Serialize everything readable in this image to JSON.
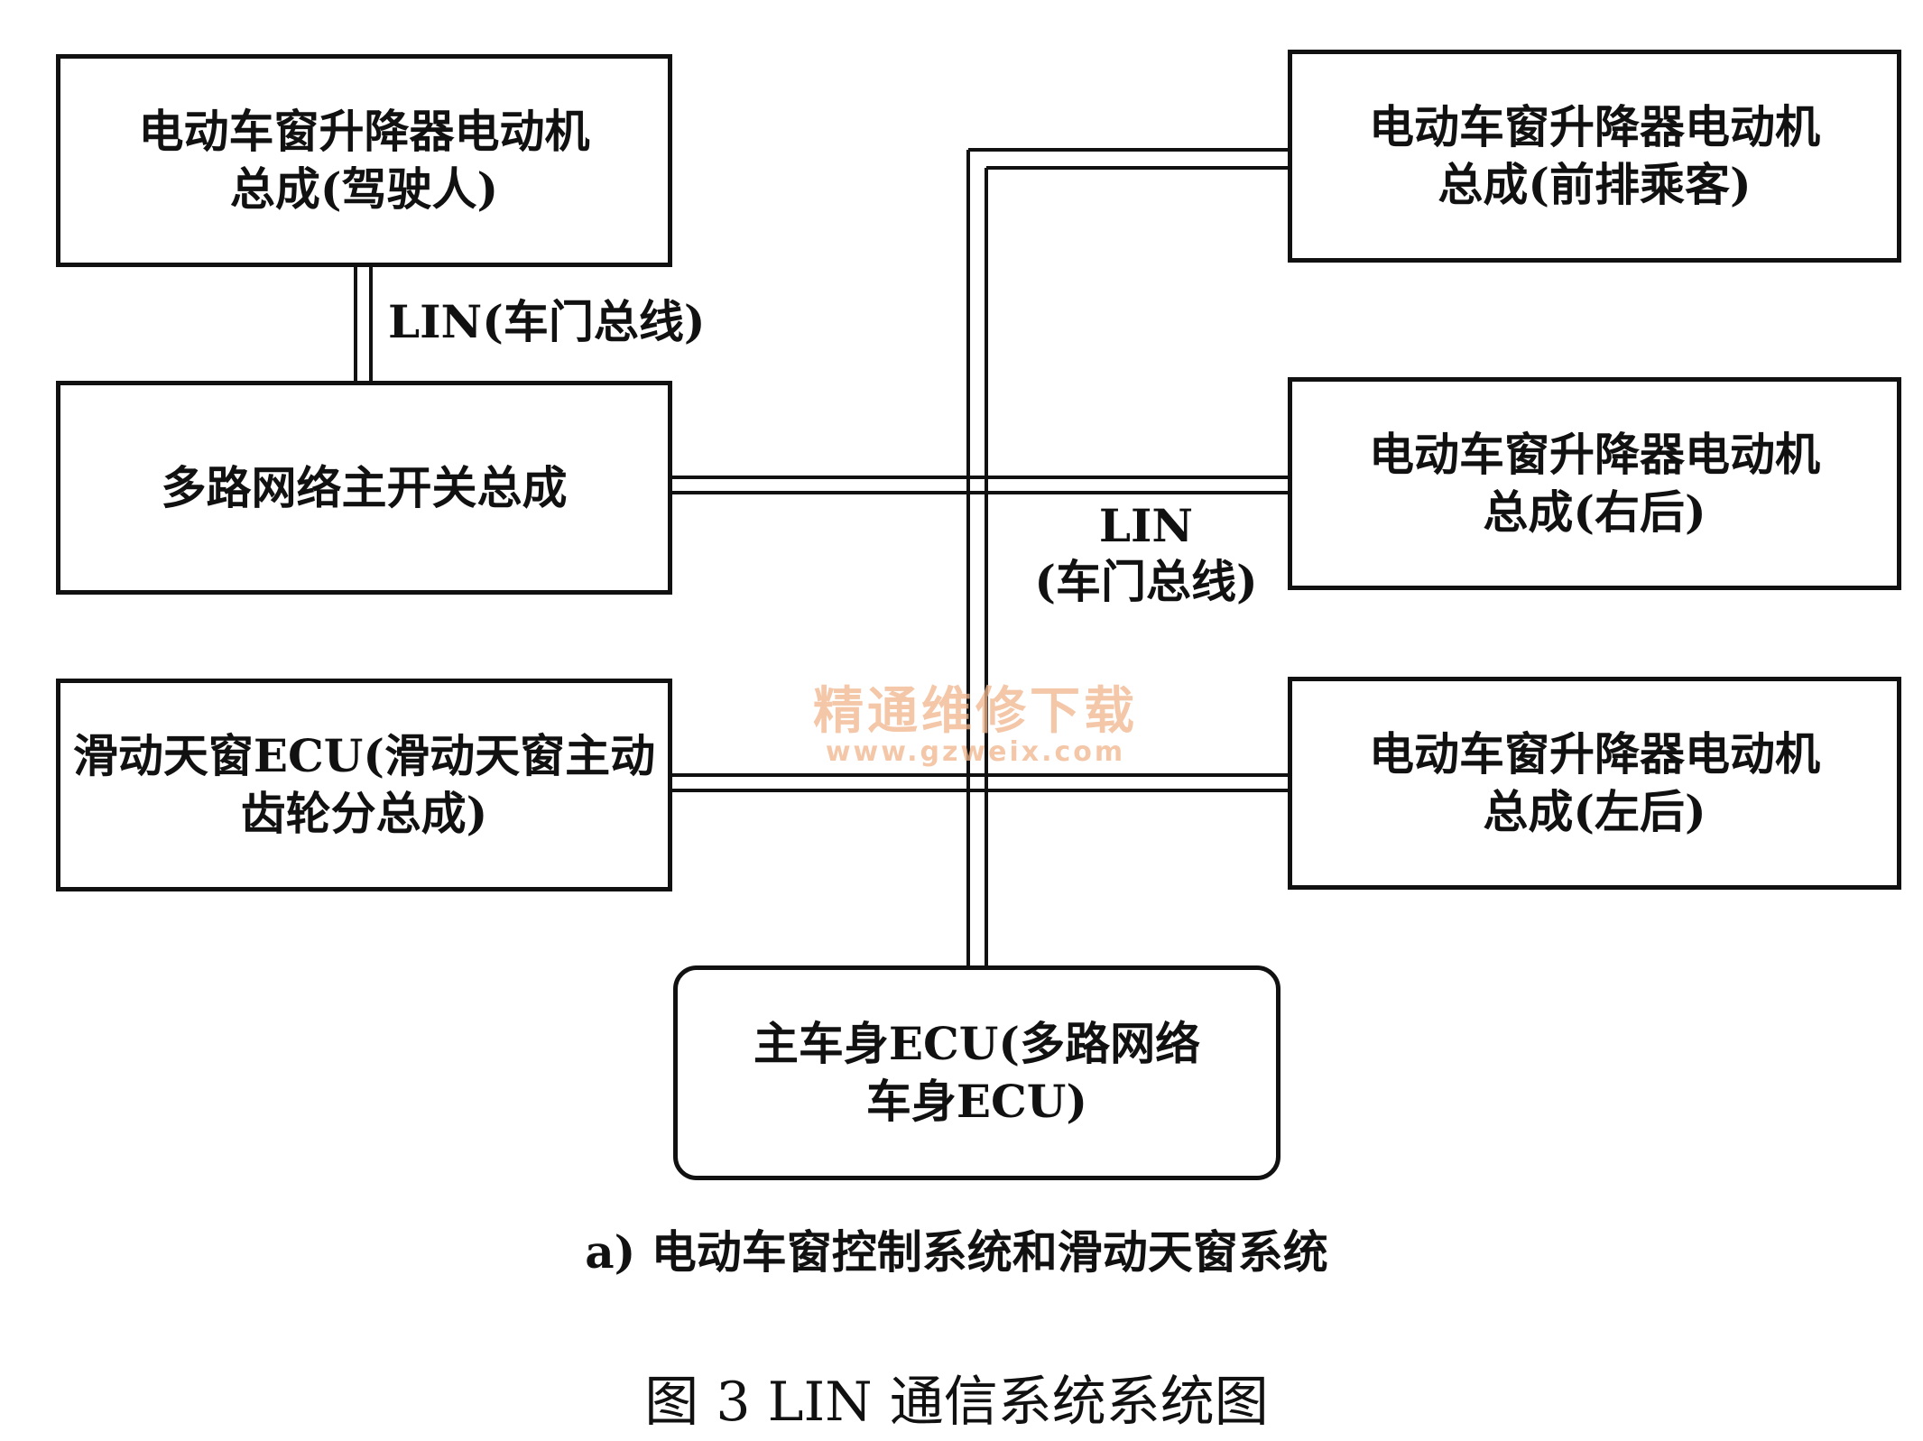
{
  "boxes": {
    "driver": {
      "line1": "电动车窗升降器电动机",
      "line2": "总成(驾驶人)"
    },
    "front_passenger": {
      "line1": "电动车窗升降器电动机",
      "line2": "总成(前排乘客)"
    },
    "multiplex_switch": {
      "line1": "多路网络主开关总成"
    },
    "rear_right": {
      "line1": "电动车窗升降器电动机",
      "line2": "总成(右后)"
    },
    "sunroof_ecu": {
      "line1": "滑动天窗ECU(滑动天窗主动",
      "line2": "齿轮分总成)"
    },
    "rear_left": {
      "line1": "电动车窗升降器电动机",
      "line2": "总成(左后)"
    },
    "main_body_ecu": {
      "line1": "主车身ECU(多路网络",
      "line2": "车身ECU)"
    }
  },
  "labels": {
    "lin_left": "LIN(车门总线)",
    "lin_right_line1": "LIN",
    "lin_right_line2": "(车门总线)"
  },
  "watermark": {
    "cn": "精通维修下载",
    "url": "www.gzweix.com"
  },
  "caption": "a) 电动车窗控制系统和滑动天窗系统",
  "figure_title": "图 3   LIN 通信系统系统图",
  "colors": {
    "line": "#111111",
    "watermark": "#f0b58c"
  }
}
